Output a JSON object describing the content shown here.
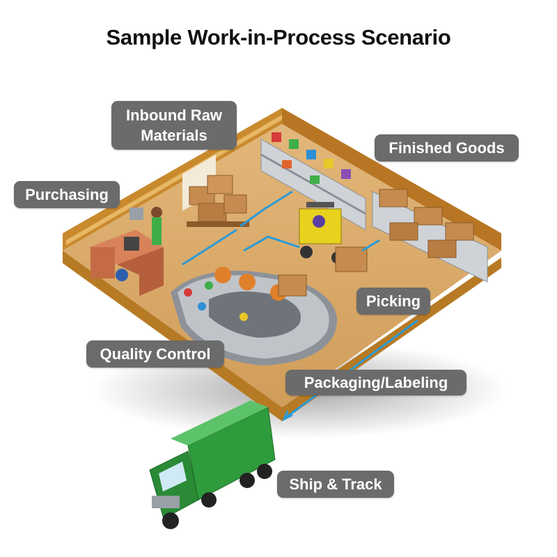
{
  "title": "Sample Work-in-Process Scenario",
  "labels": {
    "inbound_line1": "Inbound Raw",
    "inbound_line2": "Materials",
    "finished_goods": "Finished Goods",
    "purchasing": "Purchasing",
    "picking": "Picking",
    "quality_control": "Quality Control",
    "packaging_labeling": "Packaging/Labeling",
    "ship_track": "Ship & Track"
  },
  "colors": {
    "label_bg": "#6b6b6b",
    "floor": "#d9aa6a",
    "wall": "#c98a2e",
    "flow_arrow": "#2a9ad8",
    "truck": "#2e9b3c"
  }
}
